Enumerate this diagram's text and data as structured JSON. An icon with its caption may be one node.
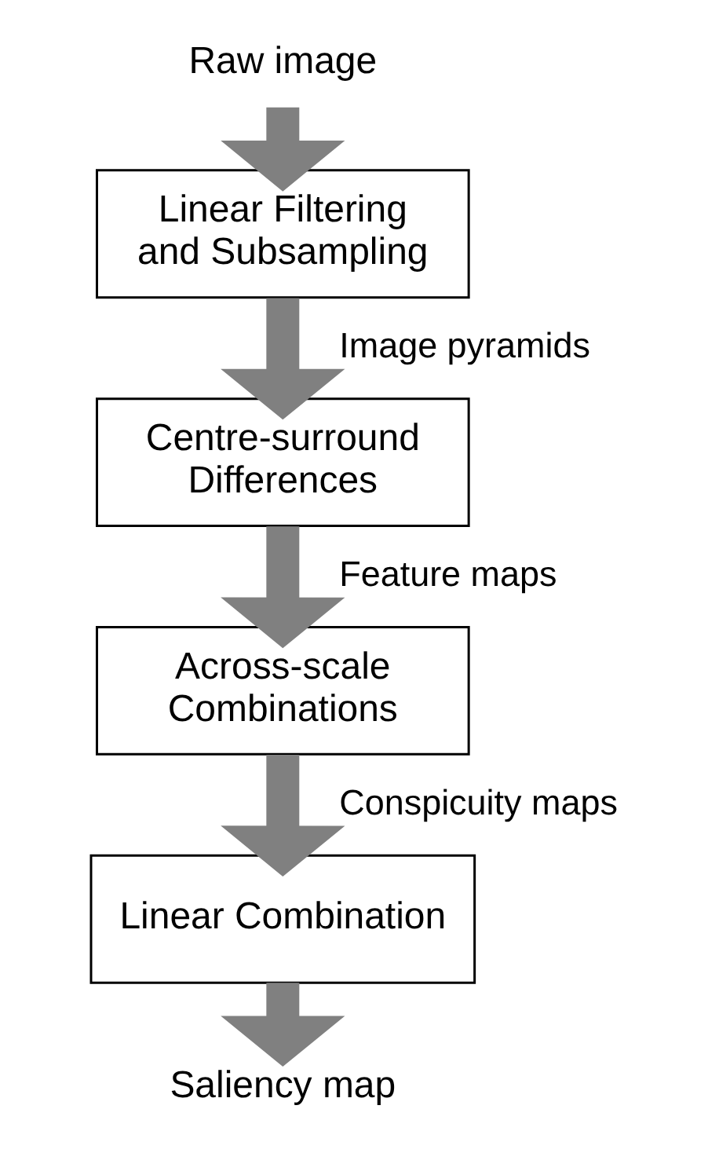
{
  "diagram": {
    "nodes": [
      {
        "text": [
          "Raw image"
        ]
      },
      {
        "text": [
          "Linear Filtering and Subsampling"
        ]
      },
      {
        "text": [
          "Centre-surround Differences"
        ]
      },
      {
        "text": [
          "Across-scale Combinations"
        ]
      },
      {
        "text": [
          "Linear Combination"
        ]
      },
      {
        "text": [
          "Saliency map"
        ]
      }
    ],
    "edges": [
      {
        "from": 0,
        "to": 1,
        "arrow": "to"
      },
      {
        "from": 1,
        "to": 2,
        "arrow": "to",
        "label": "Image pyramids"
      },
      {
        "from": 2,
        "to": 3,
        "arrow": "to",
        "label": "Feature maps"
      },
      {
        "from": 3,
        "to": 4,
        "arrow": "to",
        "label": "Conspicuity maps"
      },
      {
        "from": 4,
        "to": 5,
        "arrow": "to"
      }
    ]
  }
}
